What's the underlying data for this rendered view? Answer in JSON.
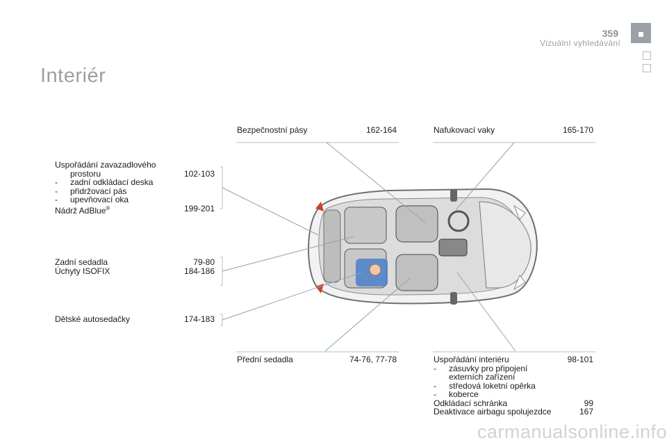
{
  "header": {
    "page_number": "359",
    "section_title": "Vizuální vyhledávání"
  },
  "title": "Interiér",
  "callouts": {
    "seat_belts": {
      "label": "Bezpečnostní pásy",
      "pages": "162-164"
    },
    "airbags": {
      "label": "Nafukovací vaky",
      "pages": "165-170"
    },
    "boot": {
      "label_line1": "Uspořádání zavazadlového",
      "label_line2": "prostoru",
      "pages": "102-103",
      "items": [
        "zadní odkládací deska",
        "přidržovací pás",
        "upevňovací oka"
      ],
      "adblue_label": "Nádrž AdBlue",
      "adblue_sup": "®",
      "adblue_pages": "199-201"
    },
    "rear_seats": {
      "label": "Zadní sedadla",
      "pages": "79-80",
      "isofix_label": "Úchyty ISOFIX",
      "isofix_pages": "184-186"
    },
    "child_seats": {
      "label": "Dětské autosedačky",
      "pages": "174-183"
    },
    "front_seats": {
      "label": "Přední sedadla",
      "pages": "74-76, 77-78"
    },
    "interior": {
      "label": "Uspořádání interiéru",
      "pages": "98-101",
      "items": [
        "zásuvky pro připojení",
        "externích zařízení",
        "středová loketní opěrka",
        "koberce"
      ],
      "glovebox_label": "Odkládací schránka",
      "glovebox_pages": "99",
      "deactivation_label": "Deaktivace airbagu spolujezdce",
      "deactivation_pages": "167"
    }
  },
  "footer": {
    "watermark": "carmanualsonline.info"
  },
  "colors": {
    "accent_gray": "#9aa0a5",
    "leader_line": "#8aa6b4",
    "seat_highlight": "#4a80c8"
  }
}
